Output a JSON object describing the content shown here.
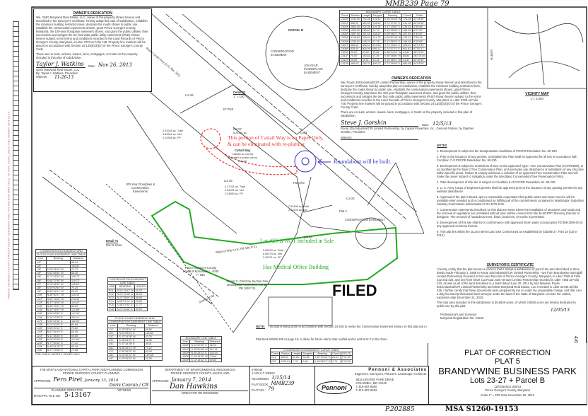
{
  "header": {
    "book_page": "MMB239 Page 79"
  },
  "side_stamp": "PRINCE GEORGE'S COUNTY CIRCUIT COURT (Subdivision Plats, PG) Plat Book MMB 239, p. 79, MSA_S1260_19153. Date available 2014-01-15.",
  "owners_dedication_1": {
    "title": "OWNER'S DEDICATION",
    "text": "We, GMO Maryland Real Estate, LLC, owner of the property shown hereon and described in the surveyor's certificate, hereby adopt this plan of subdivision, establish the minimum building restriction lines, dedicate the roads shown to public use, establish the conservation easements shown, grant Prince George's County, Maryland, the 100-year floodplain easement shown, and grant the public utilities, their successors and assigns the ten foot wide public utility easements (PUE) shown hereon subject to the terms and conditions recorded in the Land Records of Prince George's County, Maryland, in Liber 3703 at Folio 748. Property line markers will be placed in accordance with Section 24-120(b)(3)(O) of the Prince George's County Code.",
    "text2": "There are no suits, actions, leases, liens, mortgages, or trusts on the property included in this plan of subdivision.",
    "signature": "Taylor J. Watkins",
    "date_label": "Date:",
    "date": "Nov 26, 2013",
    "owner": "GMO Maryland Real Estate, LLC",
    "by": "By: Taylor J. Watkins, President",
    "witness_label": "Witness:",
    "witness_date": "11-26-13"
  },
  "boundary_curve_table": {
    "title": "BOUNDARY CURVE TABLE",
    "columns": [
      "Curve",
      "Radius",
      "Length",
      "Tangent",
      "Bearing",
      "Chord",
      "Delta"
    ],
    "rows": [
      [
        "C500P",
        "1340.00'",
        "732.28'",
        "375.52'",
        "N 25°20'05\" W",
        "723.18'",
        "31°18'39\""
      ],
      [
        "C501P",
        "485.00'",
        "424.59'",
        "226.69'",
        "S 74°27'00\" E",
        "411.18'",
        "50°09'35\""
      ],
      [
        "C502P",
        "2600.00'",
        "225.39'",
        "119.78'",
        "S 47°19'30\" E",
        "239.33'",
        "4°50'46\""
      ],
      [
        "C503P",
        "1260.00'",
        "183.10'",
        "91.71'",
        "S 40°05'38\" E",
        "182.95'",
        "8°07'02\""
      ],
      [
        "C504P",
        "2567.00'",
        "257.63'",
        "128.92'",
        "N 39°48'37\" W",
        "257.50'",
        "5°45'02\""
      ],
      [
        "C505P",
        "4748.82'",
        "243.44'",
        "121.75'",
        "N 40°57'48\" W",
        "243.41'",
        "2°56'14\""
      ],
      [
        "C506P",
        "1339.51'",
        "195.21'",
        "97.78'",
        "S 41°56'29\" E",
        "195.04'",
        "8°20'59\""
      ],
      [
        "C507P",
        "465.00'",
        "439.22'",
        "237.60'",
        "S 73°10'54\" E",
        "423.11'",
        "54°07'34\""
      ],
      [
        "C508P",
        "535.00'",
        "906.09'",
        "605.11'",
        "S 74°07'13\" E",
        "801.82'",
        "97°02'17\""
      ],
      [
        "C509P",
        "25.00'",
        "20.40'",
        "10.86'",
        "N 48°34'44\" W",
        "19.82'",
        "46°47'00\""
      ],
      [
        "C511P",
        "70.00'",
        "343.81'",
        "57.39'",
        "S 68°08'56\" W",
        "88.80'",
        "281°24'40\""
      ],
      [
        "C512P",
        "25.00'",
        "24.31'",
        "13.15'",
        "S 03°08'31\" W",
        "23.37'",
        "50°29'30\""
      ],
      [
        "C513P",
        "465.00'",
        "763.31'",
        "499.17'",
        "S 73°39'09\" E",
        "680.45'",
        "94°03'09\""
      ]
    ]
  },
  "parcel_b_detail": {
    "label": "PARCEL B",
    "easement": "CONSERVATION EASEMENT",
    "floodplain": "100-YEAR FLOODPLAIN EASEMENT"
  },
  "vicinity_map": {
    "title": "VICINITY MAP",
    "scale": "1\"= 2,000'",
    "north": "NORTH"
  },
  "owners_dedication_2": {
    "title": "OWNER'S DEDICATION",
    "text": "We, Route 301/Industrial/CPI Limited Partnership, owner of the property shown hereon and described in the surveyor's certificate, hereby adopt this plan of subdivision, establish the minimum building restriction lines, dedicate the roads shown to public use, establish the conservation easements shown, grant Prince George's County, Maryland, the 100-year floodplain easement shown, and grant the public utilities, their successors and assigns the ten foot wide public utility easements (PUE) shown hereon subject to the terms and conditions recorded in the Land Records of Prince George's County, Maryland, in Liber 3703 at Folio 748. Property line markers will be placed in accordance with Section 24-120(b)(3)(O) of the Prince George's County Code.",
    "text2": "There are no suits, actions, leases, liens, mortgages, or trusts on the property included in this plan of subdivision.",
    "signature": "Steve J. Gorshin",
    "date_label": "Date:",
    "date": "12/5/13",
    "owner": "Route 301/Industrial/CPI Limited Partnership, by Capital Properties, Inc., General Partner, by Stephen Gorshin, President",
    "witness_label": "Witness:"
  },
  "notes": {
    "title": "NOTES",
    "items": [
      "1.  Development is subject to the transportation conditions of PGCPB Resolution No. 90-230.",
      "2.  Prior to the issuance of any permits, a Detailed Site Plan shall be approved for all lots in accordance with Condition 7 of PGCPB Resolution No. 90-230.",
      "3.  Development is subject to restrictions shown on the approved Type I Tree Conservation Plan (TCPI/84/90), or as modified by the Type II Tree Conservation Plan, and precludes any disturbance or installation of any structure within specific areas. Failure to comply will mean a violation of an approved Tree Conservation Plan and will make the owner subject to mitigation under the Woodland Conservation/Tree Preservation Policy.",
      "4.  Total development of this site is subject to Condition 5 of PGCPB Resolution No. 90-230.",
      "5.  U. S. Army Corps of Engineers permits shall be approved prior to the issuance of any grading permits for any wetland disturbance.",
      "6.  Approval of the plat is based upon a reasonable expectation that public water and sewer service will be available when needed and is conditioned on fulfilling all of the commitments contained in Washington Suburban Sanitary Commission authorization # DA 4275 Z 05.",
      "7.  Conservation easements described on this plat are areas where the installation of structures and roads and the removal of vegetation are prohibited without prior written consent from the M-NCPPC Planning Director or designee. The removal of hazardous trees, limbs, branches, or trunks is permitted.",
      "8.  Development of this site shall be in conformance with approved storm water concept plan #37308-2005-00 or any approved revisions thereto.",
      "9. This plat lies within the JLUS Interim Land Use Control area as established by Subtitle 27, Part 18 (CB-3-2012)"
    ]
  },
  "surveyors_certificate": {
    "title": "SURVEYOR'S CERTIFICATE",
    "text": "I hereby certify that the plat hereon is correct; that it shows a subdivision of part of the land described in three deeds made February 2, 1989 to Route 301/Industrial/CPI Limited Partnership - two from Brandywine-Springhill Limited Partnership recorded in the Land Records of Prince George's County, Maryland, in Liber 7455 at Folio 422 and 426, and one from Short Cut Road Joint Venture Limited Partnership recorded in Liber 7455 at Folio 430, as well as all of the land described in a deed dated June 20, 2012 by and between Route 301/Industrial/CPI Limited Partnership and GMO Maryland Real Estate, LLC recorded in Liber 33735 at folio 225. I further certify that these documents were prepared by me or under my responsible charge, and that I am a duly licensed professional land surveyor under the laws of the State of Maryland. License No. 21543, expiration date December 21, 2015.",
    "text2": "The total area included in this subdivision is 36.8639 acres, of which 3.0893 acres are hereby dedicated to public use by this plat.",
    "date": "12/05/13",
    "name": "Professional Land Surveyor",
    "reg": "Maryland Registration No. 21543"
  },
  "title_block": {
    "line1": "PLAT OF CORRECTION",
    "line2": "PLAT 5",
    "line3": "BRANDYWINE BUSINESS PARK",
    "line4": "Lots 23-27 + Parcel B",
    "district": "11th Election District",
    "county": "Prince George's County, Maryland",
    "scale_date": "Scale 1\" = 200'  Date November 25, 2013"
  },
  "pennoni": {
    "name": "Pennoni & Associates",
    "tagline": "Engineers. Surveyors. Planners. Landscape Architects.",
    "address1": "8818 CENTRE PARK DRIVE",
    "address2": "COLUMBIA, MD 21045",
    "phone": "T 410-997-8900",
    "fax": "F 410-997-9282",
    "logo": "Pennoni"
  },
  "filed_stamp": "FILED",
  "handwritten": {
    "p_number": "P.202885",
    "msa": "MSA S1260-19153",
    "margin": "4/6/6"
  },
  "annotations": {
    "red": "This portion of Cattail Way is on Paper Only, & can be eliminated with re-platting",
    "blue": "Roundabout will be built.",
    "green1": "Lot #23 is NOT included in Sale",
    "green2": "Has Medical Office Building",
    "colors": {
      "red": "#e33333",
      "blue": "#3333cc",
      "green": "#22aa22"
    }
  },
  "plat_labels": {
    "lot26": "Lot 26",
    "lot26_area": "4.03246 ac. Total\n3.89941 ac. Net\n0.13305 ac. FP",
    "lot27": "Lot 27",
    "lot27_area": "5.24101 ac.",
    "cattail": "Cattail Way",
    "cattail_text": "1.66350 ac. hereby dedicated to public use by this plat",
    "lot25": "Lot 25",
    "lot25_area": "4.27031 ac. Total\n2.02051 ac. Net\n2.24980 ac. FP",
    "parcelb": "Parcel B",
    "parcelb_area": "7.53496 ac. Total\n2.02295 ac. Net",
    "lot23": "Lot 23",
    "lot23_area": "9.62400 ac. Total\n6.59379 ac. Net\n3.03071 ac. FP",
    "lot22": "Lot 22",
    "lot3": "Lot 3",
    "plat4": "Plat 4",
    "cons_ease": "CONSERVATION EASEMENT",
    "floodplain": "100-Year Floodplain & Conservation Easements",
    "detail1": "Detail #1",
    "detail1_scale": "Not to Scale",
    "detail2": "Detail #2",
    "detail2_scale": "1\" = 100'",
    "board": "Prince George's County Board of Education L. 4048 F. 936",
    "parcelc": "Parcel C, Plat One Section One Brandywine Commerce Center PB 180 P 31",
    "highway": "Robert Crain Hwy (U.S. Rte. 301)",
    "shortcut": "Short Cut Rd",
    "row": "Right of Way Line; PB 180 P 31",
    "pue": "10' PUE",
    "note_title": "NOTE:",
    "note_text": "This plat is being done in accordance with Section 24-108 to revise the Conservation Easement shown on this plat and in Plat Book WWW 209 at page 19, to allow for future storm drain outfall and to add W-N-T to the Zone."
  },
  "cons_flood_line_table": {
    "title1": "CONSERVATION EASEMENT AND",
    "title2": "FLOOD PLAIN EASEMENT LINE TABLE",
    "columns": [
      "Line",
      "Bearing",
      "Distance"
    ],
    "rows": [
      [
        "L1F",
        "",
        "85.14'"
      ],
      [
        "L2F",
        "",
        "183.51'"
      ],
      [
        "L3F",
        "S 40°18'13\" W",
        "72.72'"
      ],
      [
        "L4F",
        "S 82°06'54\" W",
        "66.30'"
      ],
      [
        "L5F",
        "S 71°42'24\" W",
        "120.72'"
      ],
      [
        "L6F",
        "S 60°27'55\" W",
        "119.73'"
      ],
      [
        "L7F",
        "S 15°28'29\" W",
        "116.69'"
      ],
      [
        "L8F",
        "S 50°00'04\" W",
        "70.24'"
      ],
      [
        "L9F",
        "N 80°04'21\" W",
        "25.00'"
      ],
      [
        "L10F",
        "N 45°50'17\" W",
        "115.39'"
      ],
      [
        "L11F",
        "N 60°19'20\" W",
        "276.30'"
      ],
      [
        "L12F",
        "N 37°18'00\" W",
        "104.47'"
      ],
      [
        "L13F",
        "N 60°10'07\" W",
        "68.05'"
      ],
      [
        "L14F",
        "N 42°16'57\" W",
        "122.88'"
      ],
      [
        "L15F",
        "N 00°00'52\" E",
        "147.30'"
      ],
      [
        "L16F",
        "S 34°12'29\" E",
        "202.11'"
      ],
      [
        "L17F",
        "S 84°02'46\" E",
        "182.09'"
      ],
      [
        "L18F",
        "S 21°50'29\" E",
        "82.64'"
      ],
      [
        "L19F",
        "S 85°20'11\" E",
        "73.60'"
      ],
      [
        "L20F",
        "N 67°54'19\" E",
        "62.05'"
      ],
      [
        "L21F",
        "N 41°08'35\" E",
        "69.85'"
      ],
      [
        "L22F",
        "N 00°00'00\" E",
        "107.64'"
      ],
      [
        "L23F",
        "N 77°00'12\" E",
        "77.12'"
      ],
      [
        "L24F",
        "N 46°21'18\" E",
        "83.46'"
      ],
      [
        "L25F",
        "N 07°19'08\" E",
        "72.08'"
      ]
    ],
    "footnote": "FOR PUBLIC WATER & SEWER ONLY"
  },
  "cons_line_table": {
    "title1": "CONSERVATION EASEMENT",
    "title2": "LINE TABLE",
    "columns": [
      "LINE",
      "BEARING",
      "LENGTH"
    ],
    "rows": [
      [
        "FC1",
        "S 51°12'57\" W",
        "20.32'"
      ],
      [
        "FC2",
        "N 29°11'48\" W",
        "55.25'"
      ],
      [
        "FC3",
        "N 22°28'09\" W",
        "38.80'"
      ],
      [
        "FC4",
        "S 65°57'23\" W",
        "25.89'"
      ],
      [
        "FC5",
        "S 40°47'53\" E",
        "27.77'"
      ],
      [
        "FC6",
        "S 27°10'45\" E",
        "91.92'"
      ]
    ]
  },
  "flood_cons_line_table": {
    "title1": "FLOOD PLAIN EASEMENT AND",
    "title2": "CONSERVATION EASEMENT LINE TABLE",
    "columns": [
      "Line",
      "Bearing",
      "Distance"
    ],
    "rows": [
      [
        "L1C",
        "S 02°53'04\" W",
        "68.86'"
      ],
      [
        "L2C",
        "N 02°53'04\" E",
        "114.86'"
      ],
      [
        "L3C",
        "S 47°34'28\" W",
        "57.03'"
      ],
      [
        "L4C",
        "S 48°09'37\" E",
        "46.35'"
      ],
      [
        "L5C",
        "S 47°34'28\" E",
        "36.01'"
      ],
      [
        "L6C",
        "N 56°26'21\" W",
        "77.22'"
      ],
      [
        "L7C",
        "S 50°36'31\" W",
        "82.05'"
      ],
      [
        "L8C",
        "S 22°02'27\" W",
        "129.68'"
      ],
      [
        "L9C",
        "S 03°03'52\" W",
        "52.28'"
      ]
    ]
  },
  "boundary_line_table": {
    "title": "BOUNDARY LINE TABLE",
    "columns": [
      "Line",
      "Bearing",
      "Distance"
    ],
    "rows": [
      [
        "L500P",
        "N 04°00'36\" E",
        "36.00'"
      ],
      [
        "L501P",
        "N 45°20'38\" W",
        "107.21'"
      ],
      [
        "L502P",
        "N 00°28'33\" E",
        "103.04'"
      ],
      [
        "L503P",
        "S 34°44'40\" W",
        "74.64'"
      ],
      [
        "L504P",
        "S 10°15'32\" E",
        "19.60'"
      ]
    ]
  },
  "cons_curve_table": {
    "title": "CONSERVATION EASEMENT CURVE TABLE",
    "columns": [
      "Curve",
      "Radius",
      "Length",
      "Tangent",
      "Bearing",
      "Chord",
      "DELTA"
    ],
    "rows": [
      [
        "C1C",
        "455.00'",
        "61.06'",
        "30.58'",
        "S 80°10'48\" E",
        "61.04'",
        "7°41'30\""
      ],
      [
        "C2C",
        "1328.51'",
        "7.79'",
        "3.90'",
        "S 45°56'21\" E",
        "7.79'",
        "0°20'09\""
      ]
    ]
  },
  "approvals": {
    "mncppc_title": "THE MARYLAND-NATIONAL CAPITAL PARK AND PLANNING COMMISSION",
    "mncppc_sub": "PRINCE GEORGE'S COUNTY PLANNING",
    "approved_label": "APPROVED:",
    "mncppc_sig": "Fern Piret",
    "mncppc_date": "January 13, 2014",
    "witness_sig": "Doris Conran / CB",
    "planning_director": "PLANNING DIRECTOR",
    "witness": "WITNESS",
    "file_label": "M-NCPPC FILE NO.",
    "file_no": "5-13167",
    "der_title": "DEPARTMENT OF ENVIRONMENTAL RESOURCES",
    "der_sub": "PRINCE GEORGE'S COUNTY, MARYLAND",
    "der_date": "January 7, 2014",
    "der_sig": "Dan Hawkins",
    "der_role": "DIRECTOR OR DESIGNEE",
    "case_no": "4-90045",
    "ref": "1-1/B-X-T 3/83XX",
    "recorded_label": "RECORDED:",
    "recorded": "1/15/14",
    "plat_book_label": "PLAT BOOK:",
    "plat_book": "MMB239",
    "plat_no_label": "PLAT NO.:",
    "plat_no": "79"
  }
}
